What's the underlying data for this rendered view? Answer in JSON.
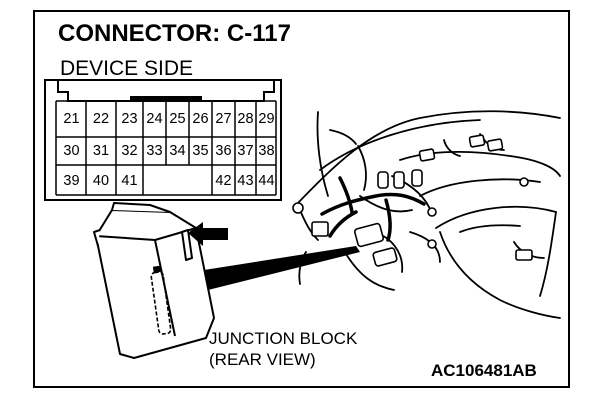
{
  "title": "CONNECTOR: C-117",
  "subtitle": "DEVICE SIDE",
  "connector": {
    "row1": [
      "21",
      "22",
      "23",
      "24",
      "25",
      "26",
      "27",
      "28",
      "29"
    ],
    "row2": [
      "30",
      "31",
      "32",
      "33",
      "34",
      "35",
      "36",
      "37",
      "38"
    ],
    "row3": [
      "39",
      "40",
      "41",
      "42",
      "43",
      "44"
    ]
  },
  "caption": {
    "line1": "JUNCTION BLOCK",
    "line2": "(REAR VIEW)"
  },
  "figure_code": "AC106481AB"
}
